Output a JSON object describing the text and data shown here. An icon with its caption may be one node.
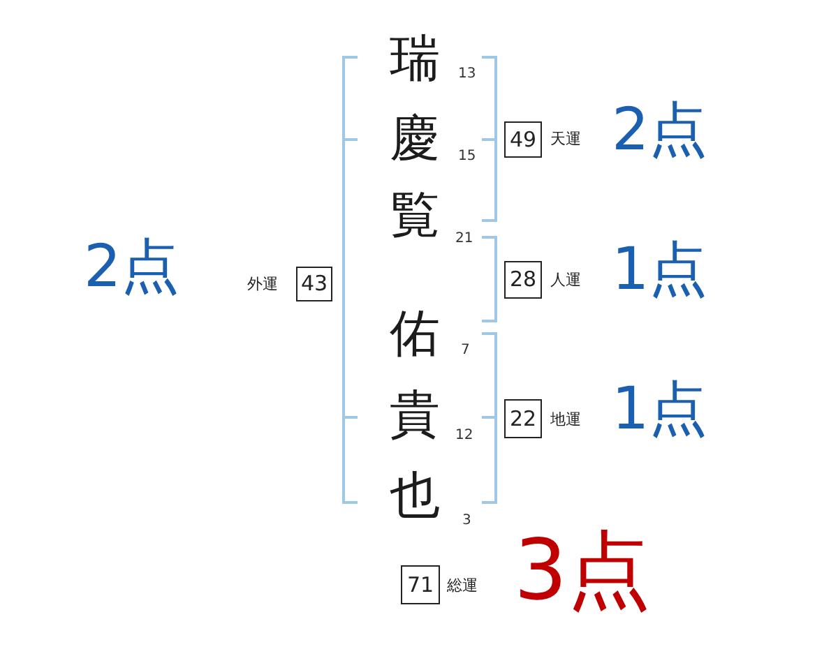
{
  "diagram": {
    "nodes": [
      {
        "text": [
          "49"
        ],
        "beside": [
          "天運",
          "2点"
        ]
      },
      {
        "text": [
          "43"
        ],
        "beside": [
          "外運",
          "2点"
        ]
      },
      {
        "text": [
          "28"
        ],
        "beside": [
          "人運",
          "1点"
        ]
      },
      {
        "text": [
          "22"
        ],
        "beside": [
          "地運",
          "1点"
        ]
      },
      {
        "text": [
          "71"
        ],
        "beside": [
          "総運",
          "3点"
        ]
      }
    ],
    "labels": [
      "瑞",
      "13",
      "慶",
      "15",
      "覧",
      "21",
      "佑",
      "7",
      "貴",
      "12",
      "也",
      "3"
    ]
  }
}
